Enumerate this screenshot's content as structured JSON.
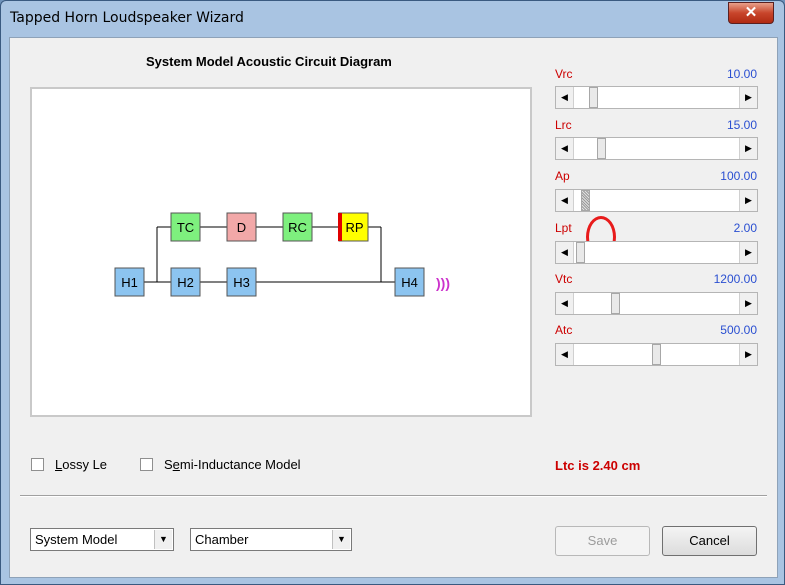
{
  "window": {
    "title": "Tapped Horn Loudspeaker Wizard",
    "close_glyph": "✕"
  },
  "diagram": {
    "title": "System Model Acoustic Circuit Diagram",
    "nodes": {
      "tc": "TC",
      "d": "D",
      "rc": "RC",
      "rp": "RP",
      "h1": "H1",
      "h2": "H2",
      "h3": "H3",
      "h4": "H4"
    },
    "sound_glyph": ")))",
    "colors": {
      "green": "#7ef07e",
      "pink": "#f2a8a8",
      "yellow": "#ffff00",
      "blue": "#8cc4f0",
      "rp_bar": "#e00000",
      "waves": "#cc33cc"
    }
  },
  "sliders": [
    {
      "label": "Vrc",
      "value": "10.00",
      "position": 0.1
    },
    {
      "label": "Lrc",
      "value": "15.00",
      "position": 0.15
    },
    {
      "label": "Ap",
      "value": "100.00",
      "position": 0.05
    },
    {
      "label": "Lpt",
      "value": "2.00",
      "position": 0.02
    },
    {
      "label": "Vtc",
      "value": "1200.00",
      "position": 0.24
    },
    {
      "label": "Atc",
      "value": "500.00",
      "position": 0.5
    }
  ],
  "arrows": {
    "left": "◀",
    "right": "▶"
  },
  "options": {
    "lossy_le": {
      "label_first": "L",
      "label_rest": "ossy Le",
      "checked": false
    },
    "semi_inductance": {
      "label_first": "S",
      "label_underline": "e",
      "label_rest": "mi-Inductance Model",
      "checked": false
    }
  },
  "status_text": "Ltc is 2.40 cm",
  "footer": {
    "model_select": {
      "value": "System Model"
    },
    "chamber_select": {
      "value": "Chamber"
    },
    "drop_glyph": "▼",
    "save_button": "Save",
    "cancel_button": "Cancel"
  }
}
